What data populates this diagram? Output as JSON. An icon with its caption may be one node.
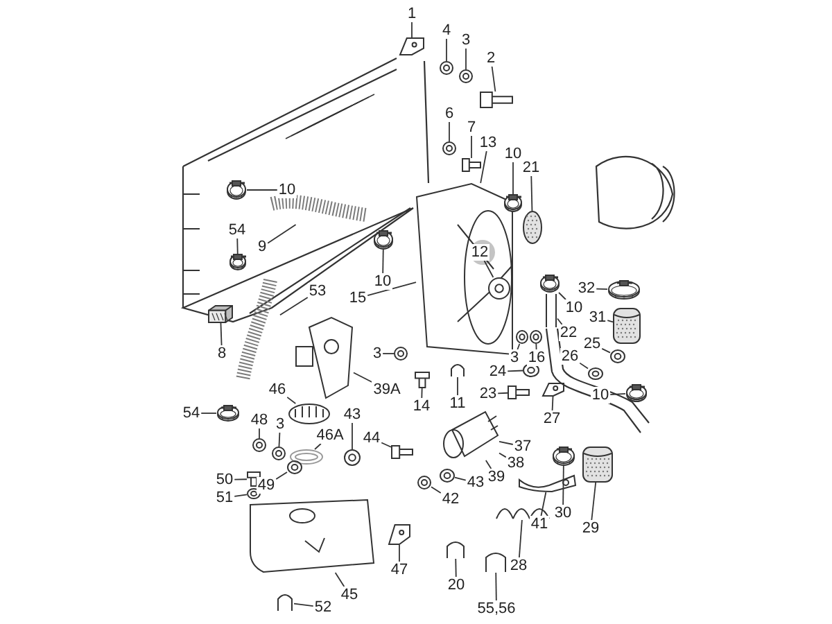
{
  "diagram": {
    "nodes": [
      {
        "text": [
          "1"
        ]
      },
      {
        "text": [
          "4"
        ]
      },
      {
        "text": [
          "3"
        ]
      },
      {
        "text": [
          "2"
        ]
      },
      {
        "text": [
          "6"
        ]
      },
      {
        "text": [
          "7"
        ]
      },
      {
        "text": [
          "13"
        ]
      },
      {
        "text": [
          "10"
        ]
      },
      {
        "text": [
          "21"
        ]
      },
      {
        "text": [
          "10"
        ]
      },
      {
        "text": [
          "54"
        ]
      },
      {
        "text": [
          "9"
        ]
      },
      {
        "text": [
          "12"
        ],
        "in": 63
      },
      {
        "text": [
          "10"
        ]
      },
      {
        "text": [
          "32"
        ]
      },
      {
        "text": [
          "53"
        ]
      },
      {
        "text": [
          "15"
        ]
      },
      {
        "text": [
          "10"
        ]
      },
      {
        "text": [
          "31"
        ]
      },
      {
        "text": [
          "22"
        ]
      },
      {
        "text": [
          "25"
        ]
      },
      {
        "text": [
          "8"
        ]
      },
      {
        "text": [
          "3"
        ]
      },
      {
        "text": [
          "3"
        ]
      },
      {
        "text": [
          "16"
        ]
      },
      {
        "text": [
          "26"
        ]
      },
      {
        "text": [
          "24"
        ]
      },
      {
        "text": [
          "39A"
        ]
      },
      {
        "text": [
          "46"
        ]
      },
      {
        "text": [
          "23"
        ]
      },
      {
        "text": [
          "10"
        ]
      },
      {
        "text": [
          "11"
        ]
      },
      {
        "text": [
          "14"
        ]
      },
      {
        "text": [
          "54"
        ]
      },
      {
        "text": [
          "27"
        ]
      },
      {
        "text": [
          "48"
        ]
      },
      {
        "text": [
          "3"
        ]
      },
      {
        "text": [
          "43"
        ]
      },
      {
        "text": [
          "46A"
        ]
      },
      {
        "text": [
          "44"
        ]
      },
      {
        "text": [
          "37"
        ]
      },
      {
        "text": [
          "38"
        ]
      },
      {
        "text": [
          "39"
        ]
      },
      {
        "text": [
          "50"
        ]
      },
      {
        "text": [
          "49"
        ]
      },
      {
        "text": [
          "43"
        ]
      },
      {
        "text": [
          "51"
        ]
      },
      {
        "text": [
          "42"
        ]
      },
      {
        "text": [
          "30"
        ]
      },
      {
        "text": [
          "41"
        ]
      },
      {
        "text": [
          "29"
        ]
      },
      {
        "text": [
          "28"
        ]
      },
      {
        "text": [
          "47"
        ]
      },
      {
        "text": [
          "45"
        ]
      },
      {
        "text": [
          "20"
        ]
      },
      {
        "text": [
          "55,56"
        ]
      },
      {
        "text": [
          "52"
        ]
      },
      {
        "text": [],
        "shape": "picture"
      },
      {
        "text": [],
        "shape": "picture"
      },
      {
        "text": [],
        "shape": "picture"
      },
      {
        "text": [],
        "shape": "picture"
      },
      {
        "text": [],
        "shape": "picture"
      },
      {
        "text": [],
        "shape": "picture"
      },
      {
        "text": [],
        "shape": "picture"
      },
      {
        "text": [],
        "shape": "picture"
      },
      {
        "text": [],
        "shape": "picture"
      },
      {
        "text": [],
        "shape": "picture"
      },
      {
        "text": [],
        "shape": "picture"
      },
      {
        "text": [],
        "shape": "picture"
      },
      {
        "text": [],
        "shape": "picture",
        "in": 63
      },
      {
        "text": [],
        "shape": "picture"
      },
      {
        "text": [],
        "shape": "picture"
      },
      {
        "text": [],
        "shape": "picture"
      },
      {
        "text": [],
        "shape": "picture"
      },
      {
        "text": [],
        "shape": "picture"
      },
      {
        "text": [],
        "shape": "picture"
      },
      {
        "text": [],
        "shape": "picture"
      },
      {
        "text": [],
        "shape": "picture"
      },
      {
        "text": [],
        "shape": "picture"
      },
      {
        "text": [],
        "shape": "picture"
      },
      {
        "text": [],
        "shape": "picture"
      },
      {
        "text": [],
        "shape": "picture"
      },
      {
        "text": [],
        "shape": "picture"
      },
      {
        "text": [],
        "shape": "picture"
      },
      {
        "text": [],
        "shape": "picture"
      },
      {
        "text": [],
        "shape": "picture"
      },
      {
        "text": [],
        "shape": "picture"
      },
      {
        "text": [],
        "shape": "picture"
      },
      {
        "text": [],
        "shape": "picture"
      },
      {
        "text": [],
        "shape": "picture"
      },
      {
        "text": [],
        "shape": "picture"
      },
      {
        "text": [],
        "shape": "picture"
      },
      {
        "text": [],
        "shape": "picture"
      },
      {
        "text": [],
        "shape": "picture"
      },
      {
        "text": [],
        "shape": "picture"
      },
      {
        "text": [],
        "shape": "picture"
      },
      {
        "text": [],
        "shape": "picture"
      },
      {
        "text": [],
        "shape": "picture"
      },
      {
        "text": [],
        "shape": "picture"
      },
      {
        "text": [],
        "shape": "picture"
      },
      {
        "text": [],
        "shape": "picture"
      },
      {
        "text": [],
        "shape": "picture"
      },
      {
        "text": [],
        "shape": "picture"
      },
      {
        "text": [],
        "shape": "picture"
      },
      {
        "text": [],
        "shape": "picture"
      },
      {
        "text": [],
        "shape": "picture"
      },
      {
        "text": [],
        "shape": "picture"
      },
      {
        "text": [],
        "shape": "picture"
      },
      {
        "text": [],
        "shape": "picture"
      },
      {
        "text": [],
        "shape": "picture"
      },
      {
        "text": [],
        "shape": "picture"
      }
    ],
    "edges": [
      {
        "from": 0,
        "to": 57,
        "arrow": "none"
      },
      {
        "from": 1,
        "to": 58,
        "arrow": "none"
      },
      {
        "from": 2,
        "to": 59,
        "arrow": "none"
      },
      {
        "from": 3,
        "to": 60,
        "arrow": "none"
      },
      {
        "from": 4,
        "to": 61,
        "arrow": "none"
      },
      {
        "from": 5,
        "to": 62,
        "arrow": "none"
      },
      {
        "from": 6,
        "to": 63,
        "arrow": "none"
      },
      {
        "from": 7,
        "to": 64,
        "arrow": "none"
      },
      {
        "from": 8,
        "to": 65,
        "arrow": "none"
      },
      {
        "from": 9,
        "to": 66,
        "arrow": "none"
      },
      {
        "from": 10,
        "to": 67,
        "arrow": "none"
      },
      {
        "from": 11,
        "to": 68,
        "arrow": "none"
      },
      {
        "from": 12,
        "to": 69,
        "arrow": "none"
      },
      {
        "from": 13,
        "to": 70,
        "arrow": "none"
      },
      {
        "from": 14,
        "to": 71,
        "arrow": "none"
      },
      {
        "from": 15,
        "to": 72,
        "arrow": "none"
      },
      {
        "from": 16,
        "to": 63,
        "arrow": "none"
      },
      {
        "from": 17,
        "to": 73,
        "arrow": "none"
      },
      {
        "from": 18,
        "to": 74,
        "arrow": "none"
      },
      {
        "from": 19,
        "to": 75,
        "arrow": "none"
      },
      {
        "from": 20,
        "to": 76,
        "arrow": "none"
      },
      {
        "from": 21,
        "to": 77,
        "arrow": "none"
      },
      {
        "from": 22,
        "to": 78,
        "arrow": "none"
      },
      {
        "from": 23,
        "to": 79,
        "arrow": "none"
      },
      {
        "from": 24,
        "to": 80,
        "arrow": "none"
      },
      {
        "from": 25,
        "to": 81,
        "arrow": "none"
      },
      {
        "from": 26,
        "to": 82,
        "arrow": "none"
      },
      {
        "from": 27,
        "to": 83,
        "arrow": "none"
      },
      {
        "from": 28,
        "to": 84,
        "arrow": "none"
      },
      {
        "from": 29,
        "to": 85,
        "arrow": "none"
      },
      {
        "from": 30,
        "to": 86,
        "arrow": "none"
      },
      {
        "from": 31,
        "to": 87,
        "arrow": "none"
      },
      {
        "from": 32,
        "to": 88,
        "arrow": "none"
      },
      {
        "from": 33,
        "to": 89,
        "arrow": "none"
      },
      {
        "from": 34,
        "to": 90,
        "arrow": "none"
      },
      {
        "from": 35,
        "to": 91,
        "arrow": "none"
      },
      {
        "from": 36,
        "to": 92,
        "arrow": "none"
      },
      {
        "from": 37,
        "to": 93,
        "arrow": "none"
      },
      {
        "from": 38,
        "to": 94,
        "arrow": "none"
      },
      {
        "from": 39,
        "to": 95,
        "arrow": "none"
      },
      {
        "from": 40,
        "to": 96,
        "arrow": "none"
      },
      {
        "from": 41,
        "to": 96,
        "arrow": "none"
      },
      {
        "from": 42,
        "to": 96,
        "arrow": "none"
      },
      {
        "from": 43,
        "to": 97,
        "arrow": "none"
      },
      {
        "from": 44,
        "to": 98,
        "arrow": "none"
      },
      {
        "from": 45,
        "to": 99,
        "arrow": "none"
      },
      {
        "from": 46,
        "to": 100,
        "arrow": "none"
      },
      {
        "from": 47,
        "to": 101,
        "arrow": "none"
      },
      {
        "from": 48,
        "to": 102,
        "arrow": "none"
      },
      {
        "from": 49,
        "to": 103,
        "arrow": "none"
      },
      {
        "from": 50,
        "to": 104,
        "arrow": "none"
      },
      {
        "from": 51,
        "to": 105,
        "arrow": "none"
      },
      {
        "from": 52,
        "to": 106,
        "arrow": "none"
      },
      {
        "from": 53,
        "to": 107,
        "arrow": "none"
      },
      {
        "from": 54,
        "to": 108,
        "arrow": "none"
      },
      {
        "from": 55,
        "to": 109,
        "arrow": "none"
      },
      {
        "from": 56,
        "to": 110,
        "arrow": "none"
      }
    ]
  }
}
